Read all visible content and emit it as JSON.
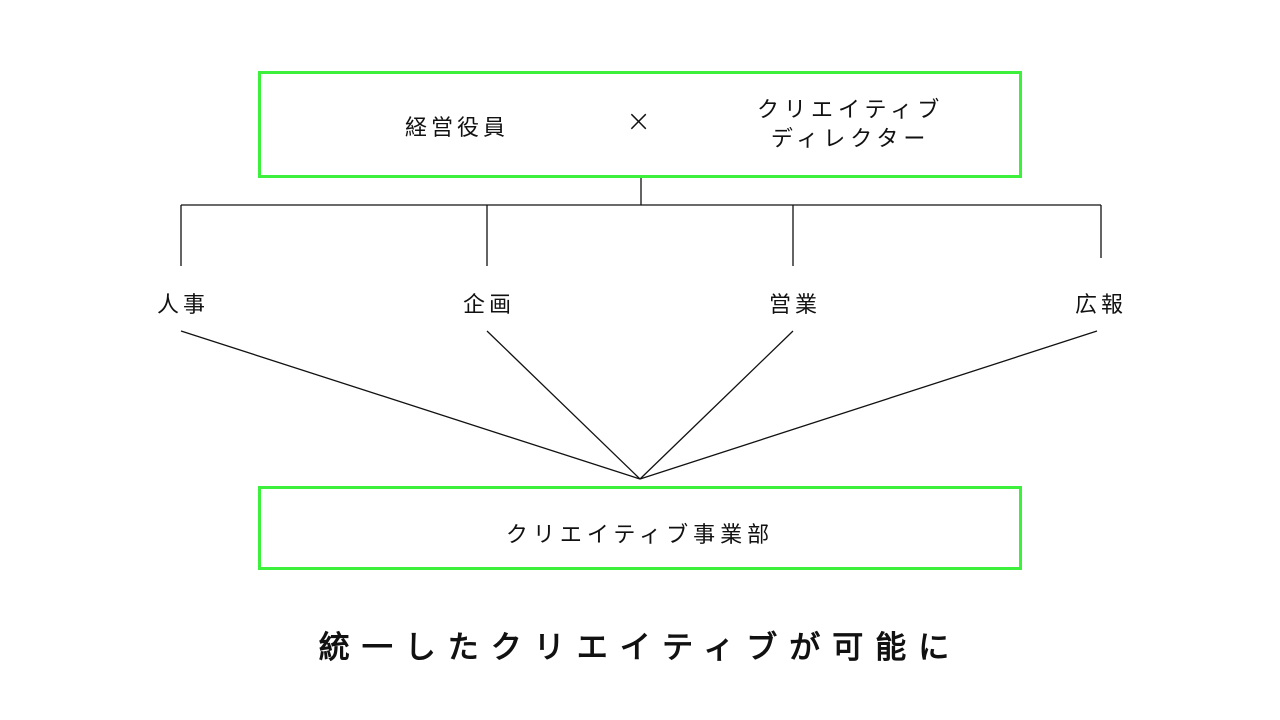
{
  "top_box": {
    "left_label": "経営役員",
    "times_symbol": "×",
    "right_label_line1": "クリエイティブ",
    "right_label_line2": "ディレクター"
  },
  "departments": [
    {
      "label": "人事"
    },
    {
      "label": "企画"
    },
    {
      "label": "営業"
    },
    {
      "label": "広報"
    }
  ],
  "bottom_box": {
    "label": "クリエイティブ事業部"
  },
  "caption": "統一したクリエイティブが可能に",
  "colors": {
    "box_border": "#3cf03c",
    "line": "#111111",
    "text": "#111111"
  }
}
